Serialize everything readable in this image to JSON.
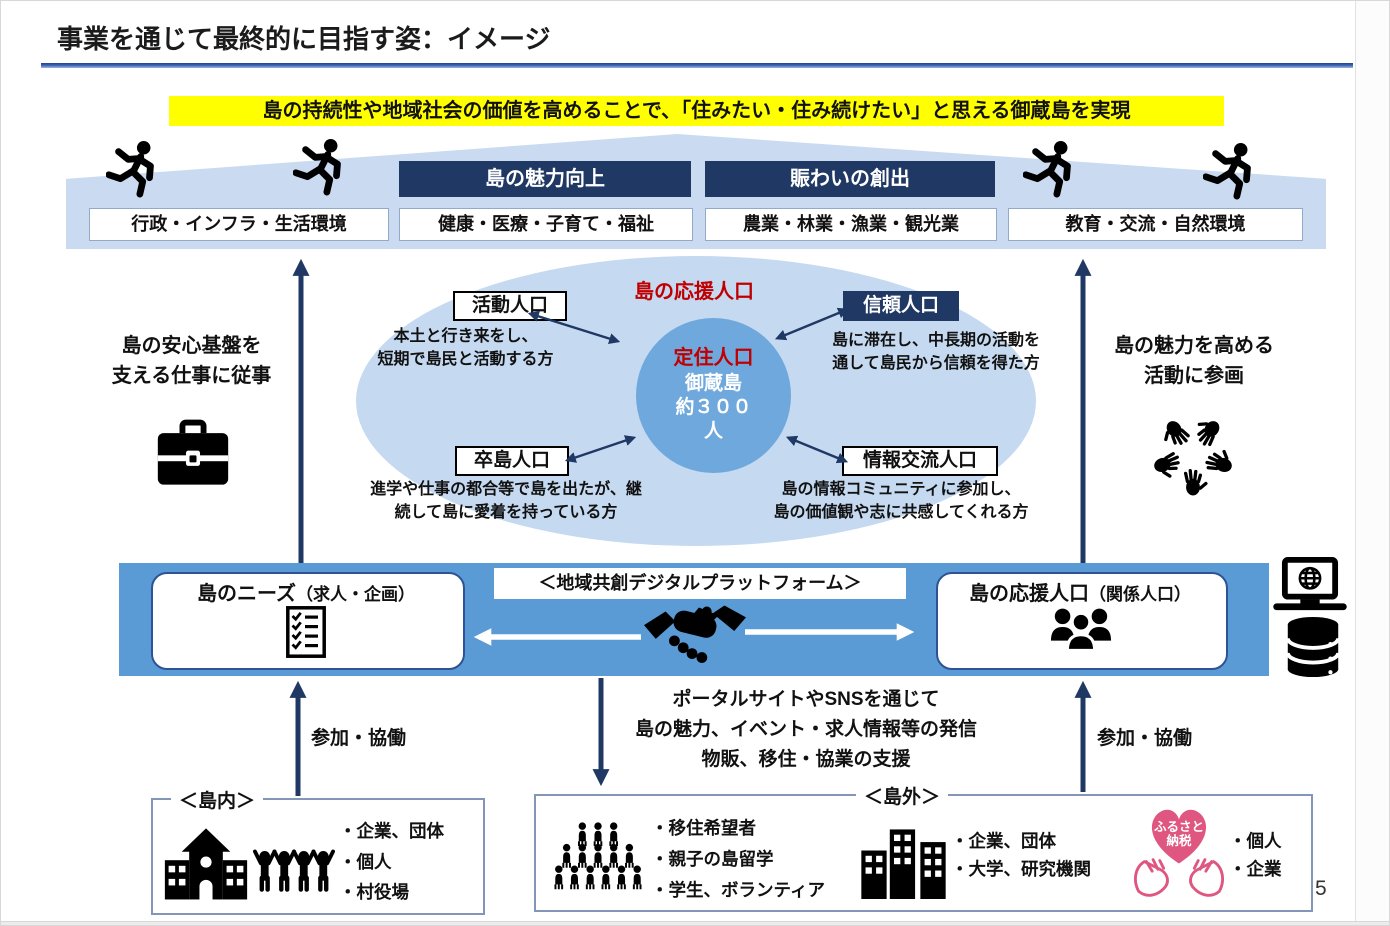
{
  "slide": {
    "title": "事業を通じて最終的に目指す姿：イメージ",
    "page_number": "5"
  },
  "goal": {
    "text": "島の持続性や地域社会の価値を高めることで、「住みたい・住み続けたい」と思える御蔵島を実現"
  },
  "foundation": {
    "headers": [
      "島の魅力向上",
      "賑わいの創出"
    ],
    "categories": [
      "行政・インフラ・生活環境",
      "健康・医療・子育て・福祉",
      "農業・林業・漁業・観光業",
      "教育・交流・自然環境"
    ]
  },
  "support_population": {
    "title": "島の応援人口",
    "resident": {
      "label": "定住人口",
      "name": "御蔵島",
      "count": "約３００",
      "unit": "人"
    },
    "activity": {
      "label": "活動人口",
      "desc": "本土と行き来をし、\n短期で島民と活動する方"
    },
    "trust": {
      "label": "信頼人口",
      "desc": "島に滞在し、中長期の活動を\n通して島民から信頼を得た方"
    },
    "alumni": {
      "label": "卒島人口",
      "desc": "進学や仕事の都合等で島を出たが、継\n続して島に愛着を持っている方"
    },
    "info": {
      "label": "情報交流人口",
      "desc": "島の情報コミュニティに参加し、\n島の価値観や志に共感してくれる方"
    }
  },
  "side_notes": {
    "left": "島の安心基盤を\n支える仕事に従事",
    "right": "島の魅力を高める\n活動に参画"
  },
  "platform": {
    "label": "＜地域共創デジタルプラットフォーム＞",
    "needs_box": {
      "title": "島のニーズ",
      "sub": "（求人・企画）"
    },
    "supporters_box": {
      "title": "島の応援人口",
      "sub": "（関係人口）"
    }
  },
  "flows": {
    "left_label": "参加・協働",
    "right_label": "参加・協働",
    "portal": "ポータルサイトやSNSを通じて\n島の魅力、イベント・求人情報等の発信\n物販、移住・協業の支援"
  },
  "inside_island": {
    "label": "＜島内＞",
    "items": [
      "・企業、団体",
      "・個人",
      "・村役場"
    ]
  },
  "outside_island": {
    "label": "＜島外＞",
    "group1": [
      "・移住希望者",
      "・親子の島留学",
      "・学生、ボランティア"
    ],
    "group2": [
      "・企業、団体",
      "・大学、研究機関"
    ],
    "group3": [
      "・個人",
      "・企業"
    ],
    "furusato": {
      "line1": "ふるさと",
      "line2": "納税"
    }
  },
  "colors": {
    "navy": "#1f3864",
    "band_blue": "#5b9bd5",
    "light_blue": "#c9daf1",
    "circle_blue": "#6fa8dc",
    "red": "#c00000",
    "highlight_yellow": "#ffff00",
    "pink": "#df5680"
  }
}
